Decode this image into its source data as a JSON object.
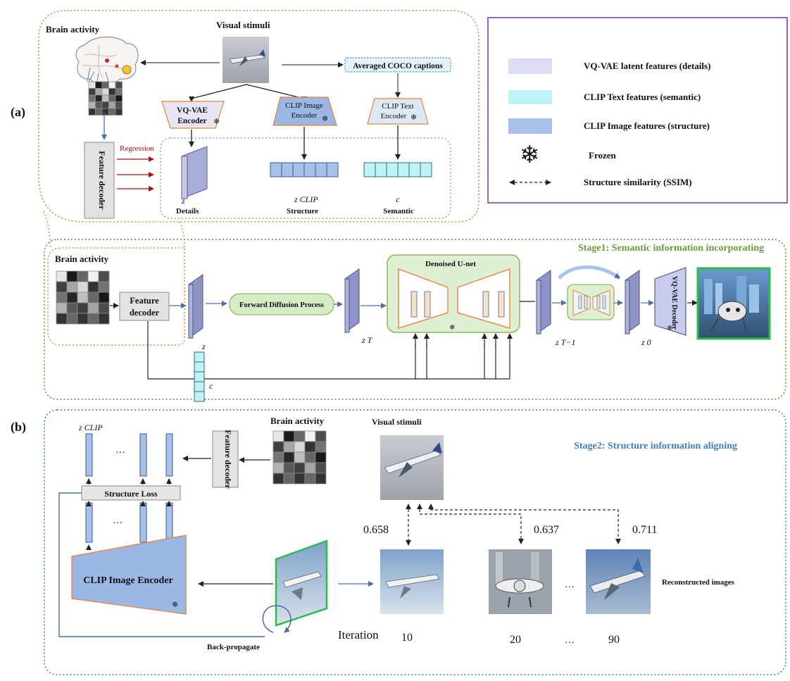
{
  "section_a": {
    "label": "(a)",
    "brain_activity": "Brain activity",
    "visual_stimuli": "Visual stimuli",
    "captions": "Averaged COCO captions",
    "vqvae_encoder": [
      "VQ-VAE",
      "Encoder"
    ],
    "clip_image_encoder": [
      "CLIP Image",
      "Encoder"
    ],
    "clip_text_encoder": [
      "CLIP Text",
      "Encoder"
    ],
    "feature_decoder": "Feature decoder",
    "regression": "Regression",
    "z_symbol": "z",
    "details": "Details",
    "zclip_symbol": "z CLIP",
    "structure": "Structure",
    "c_symbol": "c",
    "semantic": "Semantic"
  },
  "legend": [
    "VQ-VAE latent features  (details)",
    "CLIP Text features      (semantic)",
    "CLIP Image features   (structure)",
    "Frozen",
    "Structure similarity (SSIM)"
  ],
  "stage1": {
    "title": "Stage1:  Semantic information incorporating",
    "brain_activity": "Brain activity",
    "feature_decoder": [
      "Feature",
      "decoder"
    ],
    "z_symbol": "z",
    "forward_diffusion": "Forward Diffusion Process",
    "zt_symbol": "z T",
    "unet": "Denoised U-net",
    "zt1_symbol": "z T−1",
    "z0_symbol": "z 0",
    "vqvae_decoder": "VQ-VAE Decoder",
    "c_symbol": "c"
  },
  "section_b": {
    "label": "(b)"
  },
  "stage2": {
    "title": "Stage2:  Structure information aligning",
    "zclip_symbol": "z CLIP",
    "ellipsis": "…",
    "structure_loss": "Structure  Loss",
    "clip_image_encoder": "CLIP Image Encoder",
    "brain_activity": "Brain activity",
    "feature_decoder": "Feature decoder",
    "back_propagate": "Back-propagate",
    "visual_stimuli": "Visual stimuli",
    "ssim": [
      "0.658",
      "0.637",
      "0.711"
    ],
    "reconstructed": "Reconstructed images",
    "iteration": "Iteration",
    "iterations": [
      "10",
      "20",
      "90"
    ]
  },
  "colors": {
    "orange_border": "#e8823a",
    "stage1_green": "#6a9a3a",
    "stage2_blue": "#3f7fc0",
    "legend_purple": "#7b3fb0",
    "vqvae_swatch": "#dcdcf4",
    "clip_text_swatch": "#bff2f6",
    "clip_image_swatch": "#a9c0ea"
  },
  "icons": [
    "snowflake-icon"
  ],
  "voxel_grid": [
    [
      0.1,
      0.9,
      0.6,
      0.05,
      0.7
    ],
    [
      0.75,
      0.35,
      0.15,
      0.8,
      0.55
    ],
    [
      0.55,
      0.85,
      0.25,
      0.6,
      0.9
    ],
    [
      0.3,
      0.65,
      0.75,
      0.35,
      0.7
    ],
    [
      0.8,
      0.6,
      0.8,
      0.6,
      0.8
    ]
  ]
}
